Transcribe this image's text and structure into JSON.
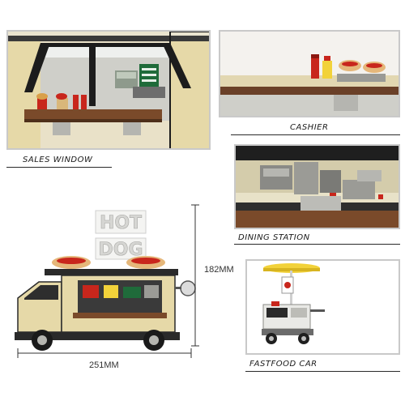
{
  "captions": {
    "sales_window": "SALES WINDOW",
    "cashier": "CASHIER",
    "dining_station": "DINING STATION",
    "fastfood_car": "FASTFOOD CAR"
  },
  "truck": {
    "sign_line1": "HOT",
    "sign_line2": "DOG"
  },
  "dimensions": {
    "width": "251MM",
    "height": "182MM"
  },
  "colors": {
    "tan": "#e6d9a8",
    "dark": "#2b2b2b",
    "brown": "#7a4a2a",
    "frame": "#c9c9c9",
    "yellow": "#f2d23a",
    "red": "#c8261c",
    "green": "#1f6b3a"
  }
}
